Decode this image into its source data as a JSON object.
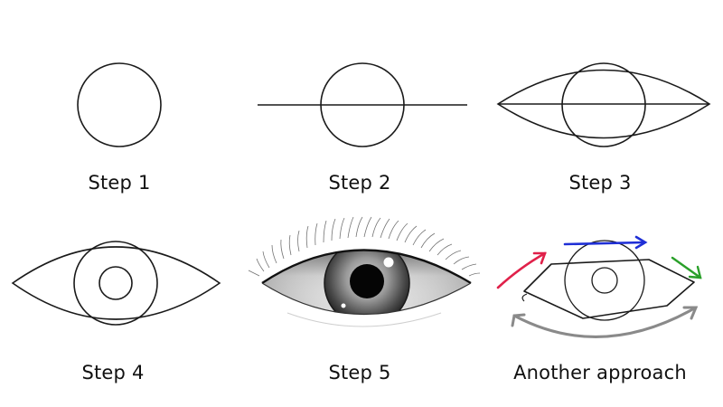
{
  "steps": [
    {
      "label": "Step 1"
    },
    {
      "label": "Step 2"
    },
    {
      "label": "Step 3"
    },
    {
      "label": "Step 4"
    },
    {
      "label": "Step 5"
    },
    {
      "label": "Another approach"
    }
  ],
  "colors": {
    "stroke": "#1a1a1a",
    "arrow_red": "#e0214a",
    "arrow_blue": "#1f2fd6",
    "arrow_green": "#2aa02a",
    "arrow_gray": "#8a8a8a"
  }
}
